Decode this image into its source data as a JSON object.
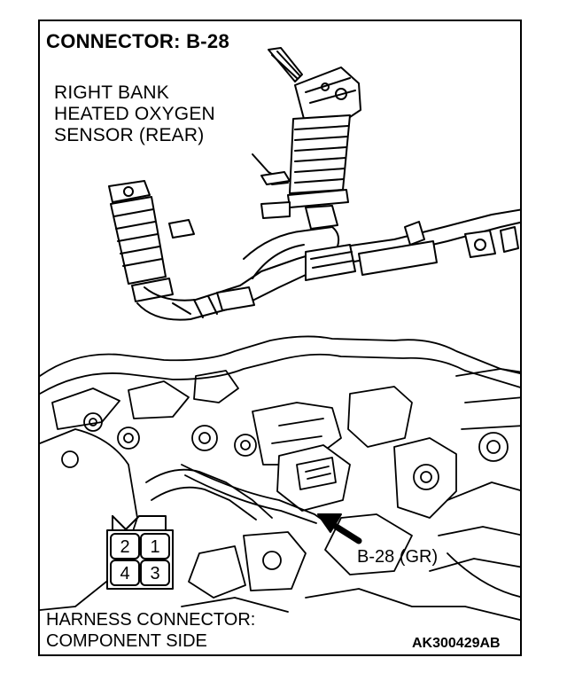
{
  "title": "CONNECTOR: B-28",
  "sensor_label": {
    "line1": "RIGHT BANK",
    "line2": "HEATED OXYGEN",
    "line3": "SENSOR (REAR)"
  },
  "connector_callout": "B-28 (GR)",
  "harness_label": {
    "line1": "HARNESS CONNECTOR:",
    "line2": "COMPONENT SIDE"
  },
  "figure_id": "AK300429AB",
  "pins": {
    "p1": "1",
    "p2": "2",
    "p3": "3",
    "p4": "4"
  }
}
